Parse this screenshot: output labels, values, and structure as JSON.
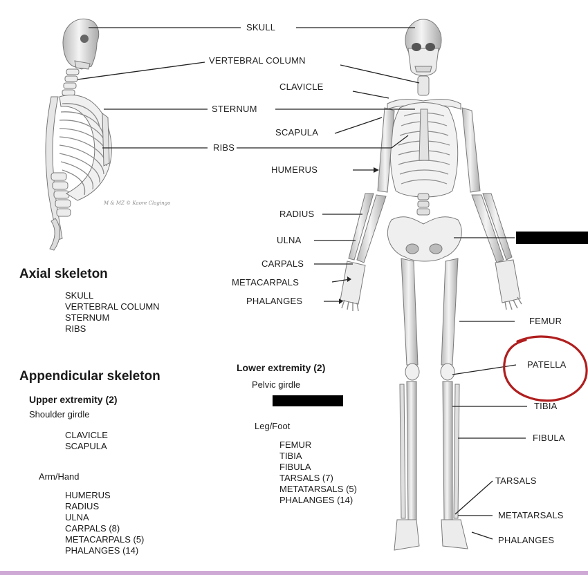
{
  "diagram": {
    "labels": {
      "skull": "SKULL",
      "vertebral_column": "VERTEBRAL COLUMN",
      "clavicle": "CLAVICLE",
      "sternum": "STERNUM",
      "scapula": "SCAPULA",
      "ribs": "RIBS",
      "humerus": "HUMERUS",
      "radius": "RADIUS",
      "ulna": "ULNA",
      "carpals": "CARPALS",
      "metacarpals": "METACARPALS",
      "phalanges_hand": "PHALANGES",
      "femur": "FEMUR",
      "patella": "PATELLA",
      "tibia": "TIBIA",
      "fibula": "FIBULA",
      "tarsals": "TARSALS",
      "metatarsals": "METATARSALS",
      "phalanges_foot": "PHALANGES"
    },
    "credit": "M & MZ © Kaore Clagingo",
    "annotation_color": "#b01e1e"
  },
  "legend": {
    "axial": {
      "title": "Axial skeleton",
      "items": [
        "SKULL",
        "VERTEBRAL COLUMN",
        "STERNUM",
        "RIBS"
      ]
    },
    "appendicular": {
      "title": "Appendicular skeleton",
      "upper": {
        "title": "Upper extremity (2)",
        "shoulder": {
          "title": "Shoulder girdle",
          "items": [
            "CLAVICLE",
            "SCAPULA"
          ]
        },
        "arm": {
          "title": "Arm/Hand",
          "items": [
            "HUMERUS",
            "RADIUS",
            "ULNA",
            "CARPALS (8)",
            "METACARPALS (5)",
            "PHALANGES (14)"
          ]
        }
      },
      "lower": {
        "title": "Lower extremity (2)",
        "pelvic": {
          "title": "Pelvic girdle"
        },
        "leg": {
          "title": "Leg/Foot",
          "items": [
            "FEMUR",
            "TIBIA",
            "FIBULA",
            "TARSALS (7)",
            "METATARSALS (5)",
            "PHALANGES (14)"
          ]
        }
      }
    }
  }
}
